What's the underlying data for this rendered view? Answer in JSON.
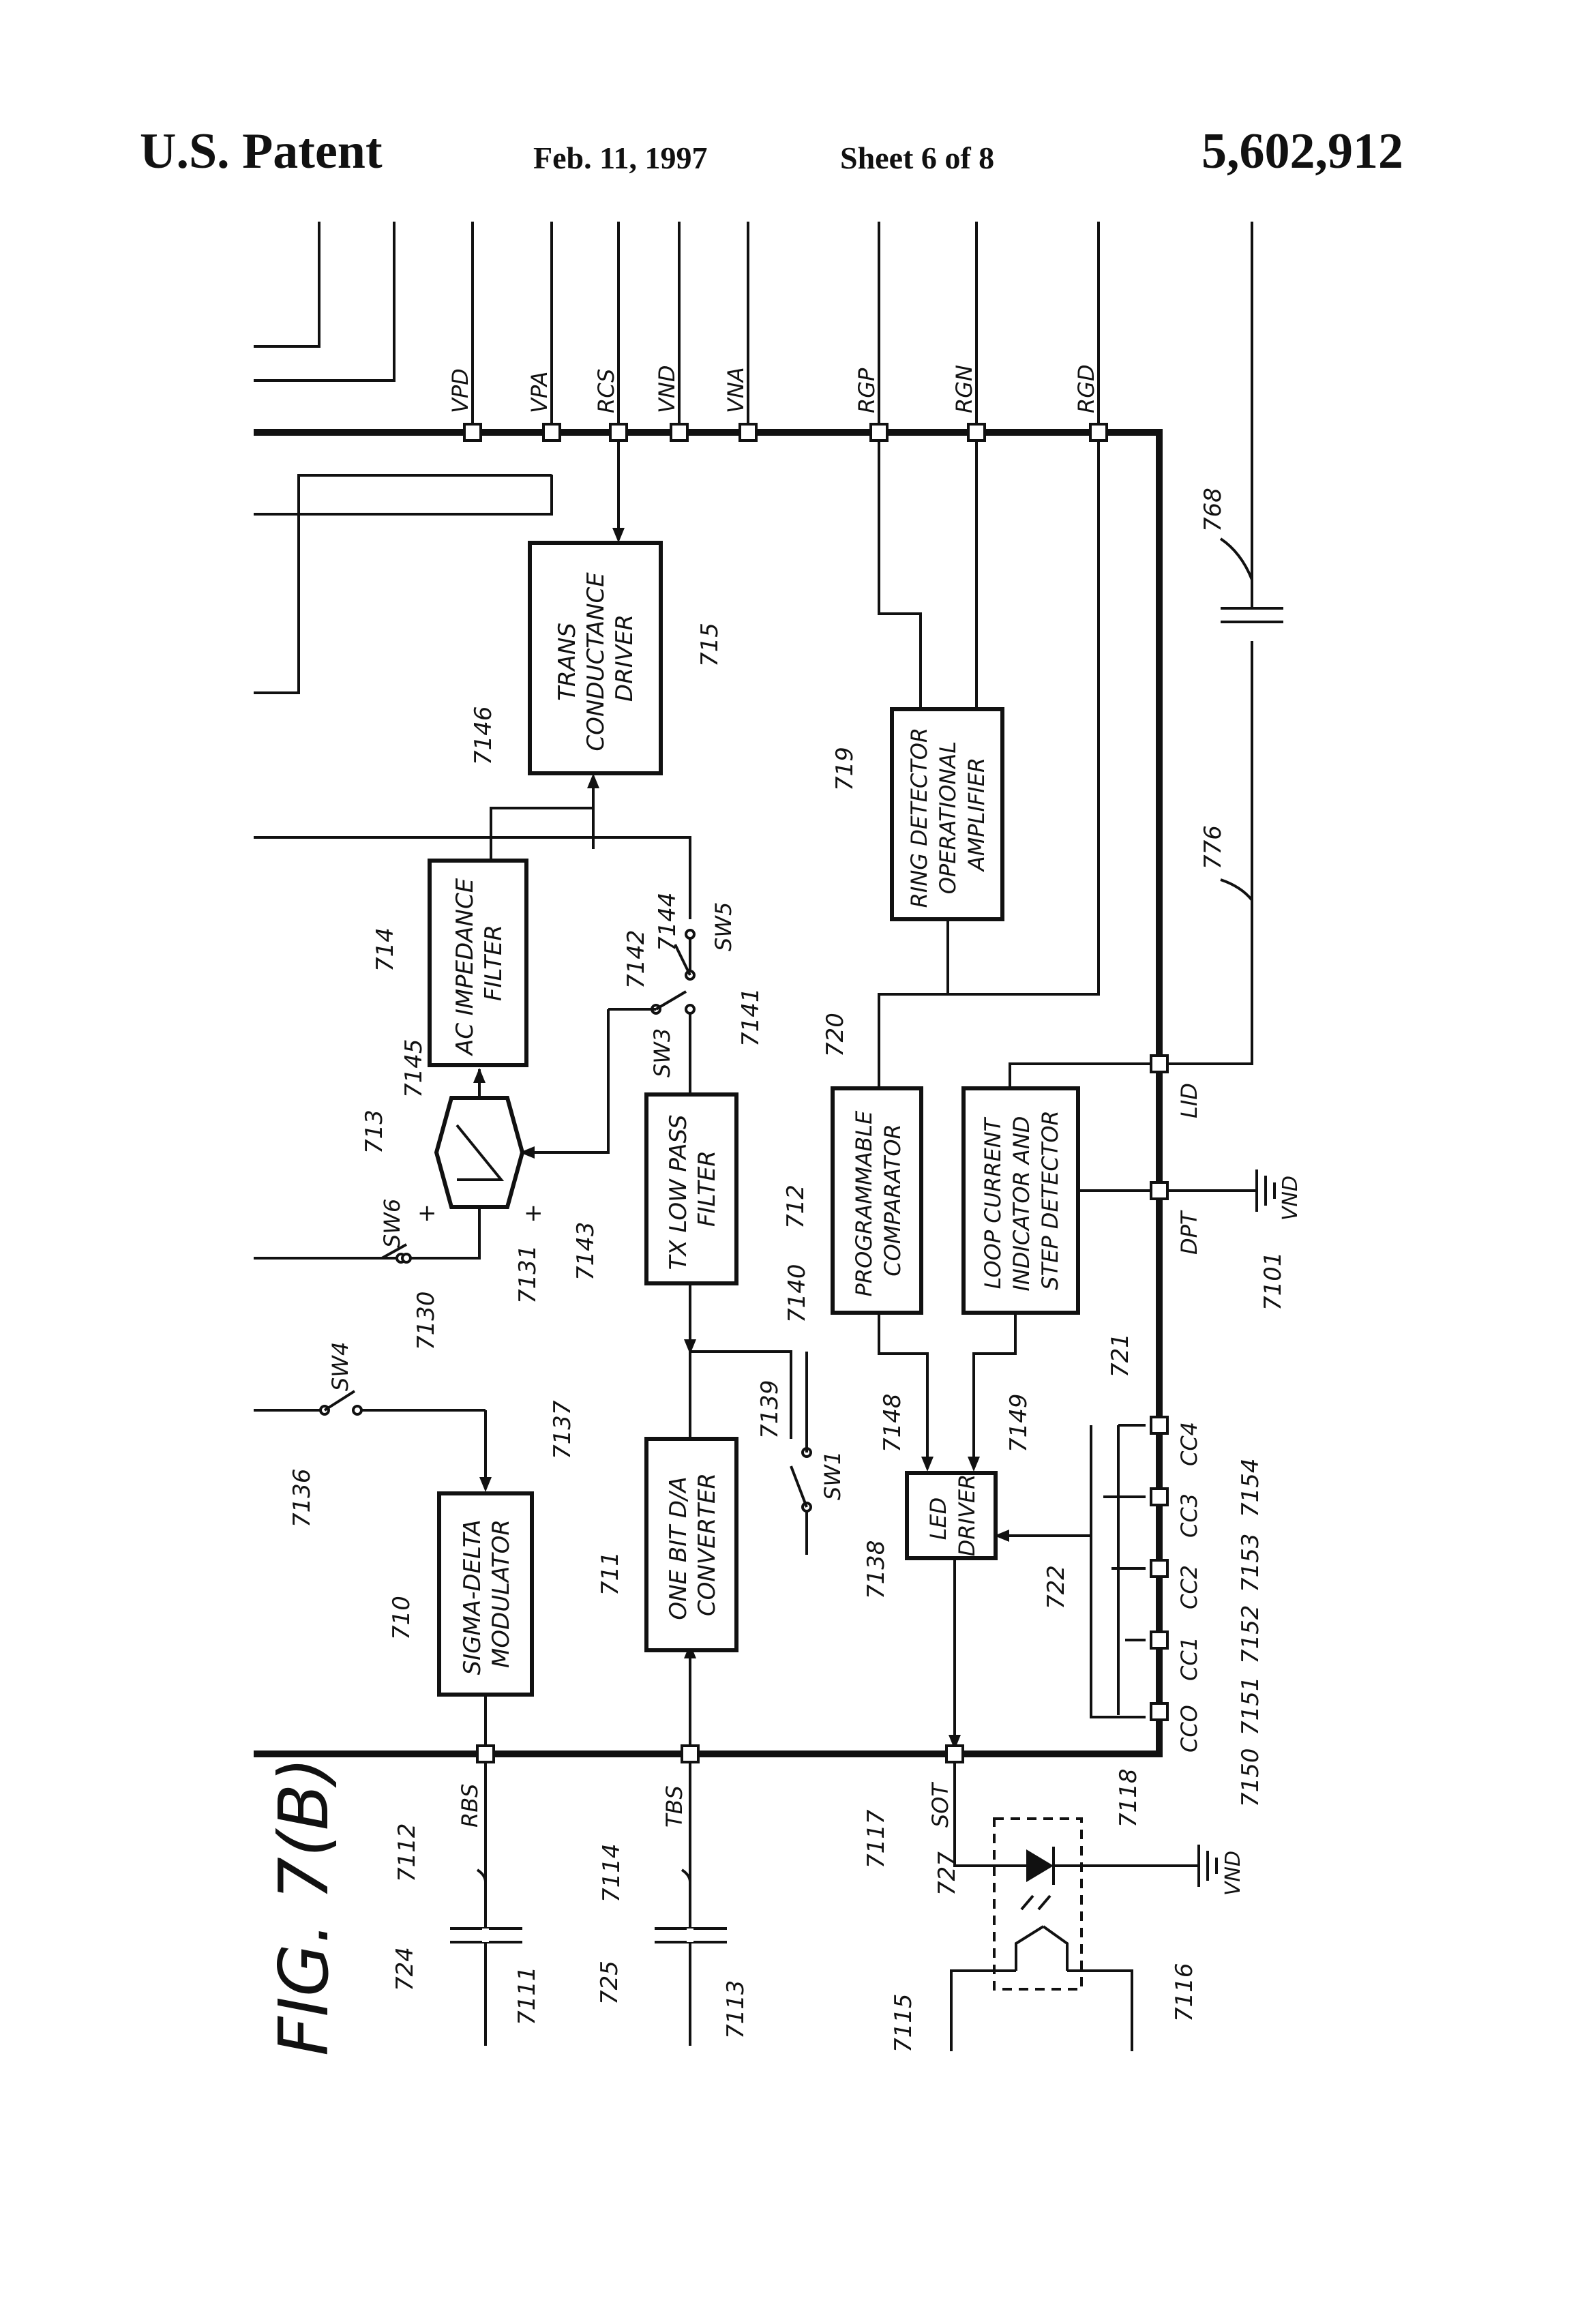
{
  "header": {
    "publication": "U.S. Patent",
    "date": "Feb. 11, 1997",
    "sheet": "Sheet 6 of 8",
    "patent_number": "5,602,912"
  },
  "figure": {
    "label": "FIG. 7(B)",
    "blocks": {
      "b710": {
        "lines": [
          "SIGMA-DELTA",
          "MODULATOR"
        ],
        "ref": "710"
      },
      "b711": {
        "lines": [
          "ONE BIT D/A",
          "CONVERTER"
        ],
        "ref": "711"
      },
      "b712": {
        "lines": [
          "TX LOW PASS",
          "FILTER"
        ],
        "ref": "712"
      },
      "b714": {
        "lines": [
          "AC IMPEDANCE",
          "FILTER"
        ],
        "ref": "714"
      },
      "b715": {
        "lines": [
          "TRANS",
          "CONDUCTANCE",
          "DRIVER"
        ],
        "ref": "715"
      },
      "b719": {
        "lines": [
          "RING DETECTOR",
          "OPERATIONAL",
          "AMPLIFIER"
        ],
        "ref": "719"
      },
      "b720": {
        "lines": [
          "PROGRAMMABLE",
          "COMPARATOR"
        ],
        "ref": "720"
      },
      "b721": {
        "lines": [
          "LOOP CURRENT",
          "INDICATOR AND",
          "STEP DETECTOR"
        ],
        "ref": "721"
      },
      "b722": {
        "lines": [
          "LED",
          "DRIVER"
        ],
        "ref": "722"
      }
    },
    "pins": {
      "top": [
        "VPD",
        "VPA",
        "RCS",
        "VND",
        "VNA",
        "RGP",
        "RGN",
        "RGD"
      ],
      "bottom": [
        "RBS",
        "TBS",
        "SOT"
      ],
      "right": [
        "LID",
        "DPT",
        "CC4",
        "CC3",
        "CC2",
        "CC1",
        "CCO"
      ]
    },
    "switches": [
      "SW1",
      "SW3",
      "SW4",
      "SW5",
      "SW6"
    ],
    "ground_label": "VND",
    "refs": {
      "r713": "713",
      "r724": "724",
      "r725": "725",
      "r727": "727",
      "r768": "768",
      "r776": "776",
      "r7101": "7101",
      "r7111": "7111",
      "r7112": "7112",
      "r7113": "7113",
      "r7114": "7114",
      "r7115": "7115",
      "r7116": "7116",
      "r7117": "7117",
      "r7118": "7118",
      "r7130": "7130",
      "r7131": "7131",
      "r7136": "7136",
      "r7137": "7137",
      "r7138": "7138",
      "r7139": "7139",
      "r7140": "7140",
      "r7141": "7141",
      "r7142": "7142",
      "r7143": "7143",
      "r7144": "7144",
      "r7145": "7145",
      "r7146": "7146",
      "r7148": "7148",
      "r7149": "7149",
      "r7150": "7150",
      "r7151": "7151",
      "r7152": "7152",
      "r7153": "7153",
      "r7154": "7154"
    }
  }
}
